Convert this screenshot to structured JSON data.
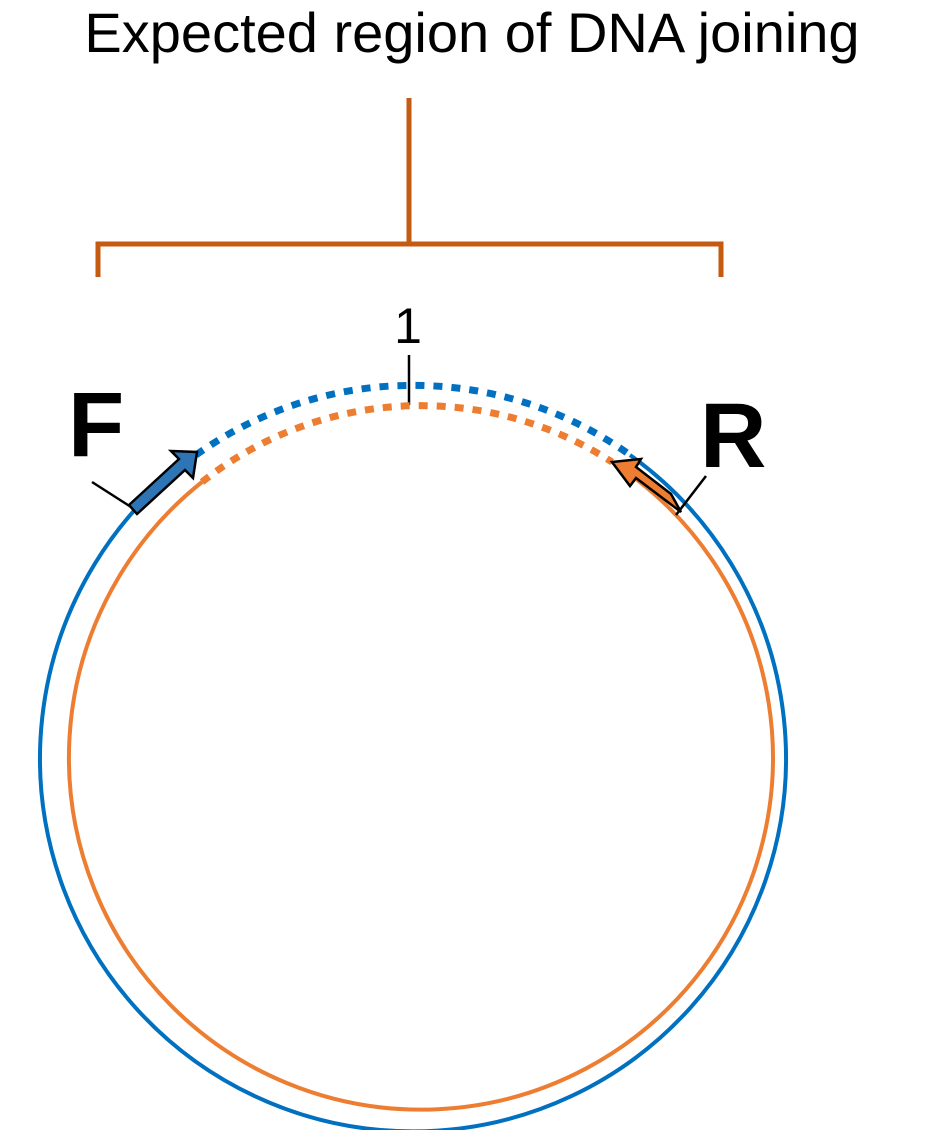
{
  "title": "Expected region of DNA joining",
  "position_label": "1",
  "primer_forward": "F",
  "primer_reverse": "R",
  "colors": {
    "bracket": "#c55a11",
    "outer_strand": "#0070c0",
    "inner_strand": "#ed7d31",
    "forward_primer": "#2e75b6",
    "reverse_primer": "#ed7d31",
    "text": "#000000"
  }
}
